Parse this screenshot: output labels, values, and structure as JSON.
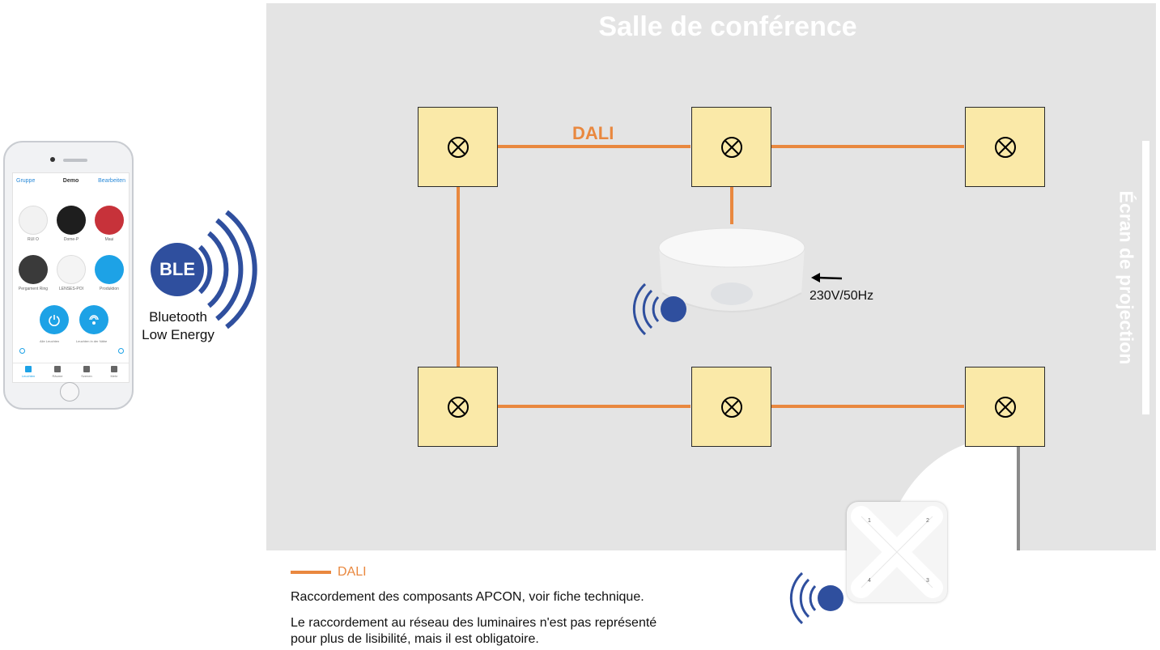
{
  "room": {
    "title": "Salle de conférence",
    "screen_label": "Écran de projection"
  },
  "wiring": {
    "bus_label": "DALI"
  },
  "sensor": {
    "voltage_label": "230V/50Hz"
  },
  "ble": {
    "badge": "BLE",
    "line1": "Bluetooth",
    "line2": "Low Energy"
  },
  "legend": {
    "label": "DALI",
    "color": "#e9883f"
  },
  "notes": {
    "line1": "Raccordement des composants APCON, voir fiche technique.",
    "line2": "Le raccordement au réseau des luminaires n'est pas représenté pour plus de lisibilité, mais il est obligatoire."
  },
  "phone": {
    "header_left": "Gruppe",
    "header_center": "Demo",
    "header_right": "Bearbeiten",
    "tiles": [
      "RUI O",
      "Dome-P",
      "Maui",
      "Pergament Ring",
      "LENSES-POI",
      "Produktion"
    ],
    "buttons": [
      "Alle Leuchten",
      "Leuchten in der Nähe"
    ],
    "tabs": [
      "Leuchten",
      "Räume",
      "Szenen",
      "Mehr"
    ]
  },
  "remote": {
    "keys": [
      "1",
      "2",
      "3",
      "4"
    ]
  },
  "colors": {
    "wire": "#e9883f",
    "luminaire_fill": "#fae9a8",
    "room_bg": "#e4e4e4",
    "ble_blue": "#2f4f9e"
  }
}
